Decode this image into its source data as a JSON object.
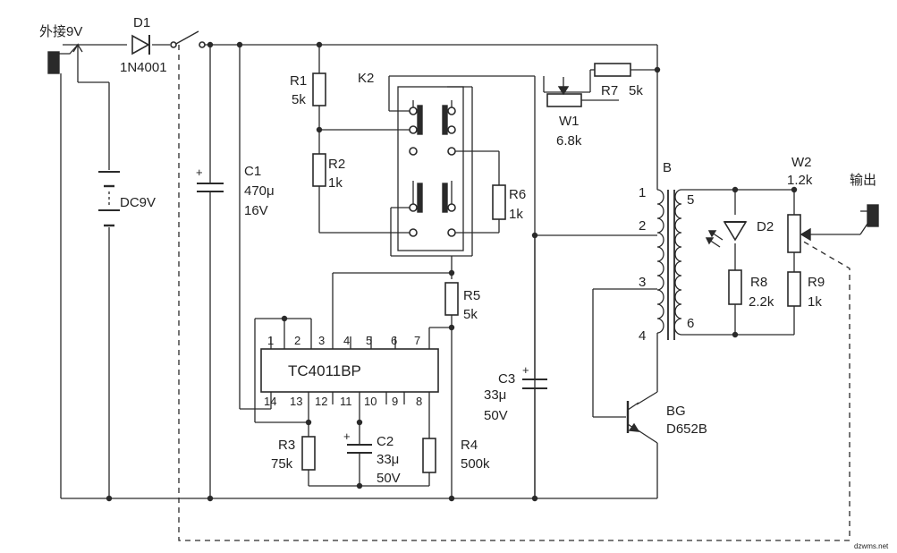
{
  "labels": {
    "ext_power": "外接9V",
    "d1_name": "D1",
    "d1_part": "1N4001",
    "battery": "DC9V",
    "c1_name": "C1",
    "c1_value": "470μ",
    "c1_voltage": "16V",
    "r1_name": "R1",
    "r1_value": "5k",
    "r2_name": "R2",
    "r2_value": "1k",
    "k2_name": "K2",
    "r6_name": "R6",
    "r6_value": "1k",
    "r5_name": "R5",
    "r5_value": "5k",
    "r7_name": "R7",
    "r7_value": "5k",
    "w1_name": "W1",
    "w1_value": "6.8k",
    "ic_name": "TC4011BP",
    "r3_name": "R3",
    "r3_value": "75k",
    "c2_name": "C2",
    "c2_value": "33μ",
    "c2_voltage": "50V",
    "r4_name": "R4",
    "r4_value": "500k",
    "c3_name": "C3",
    "c3_value": "33μ",
    "c3_voltage": "50V",
    "transformer": "B",
    "bg_name": "BG",
    "bg_part": "D652B",
    "d2_name": "D2",
    "r8_name": "R8",
    "r8_value": "2.2k",
    "r9_name": "R9",
    "r9_value": "1k",
    "w2_name": "W2",
    "w2_value": "1.2k",
    "output": "输出",
    "watermark": "dzwms.net"
  },
  "ic_pins_top": [
    "1",
    "2",
    "3",
    "4",
    "5",
    "6",
    "7"
  ],
  "ic_pins_bottom": [
    "14",
    "13",
    "12",
    "11",
    "10",
    "9",
    "8"
  ],
  "transformer_pins": [
    "1",
    "2",
    "3",
    "4",
    "5",
    "6"
  ]
}
